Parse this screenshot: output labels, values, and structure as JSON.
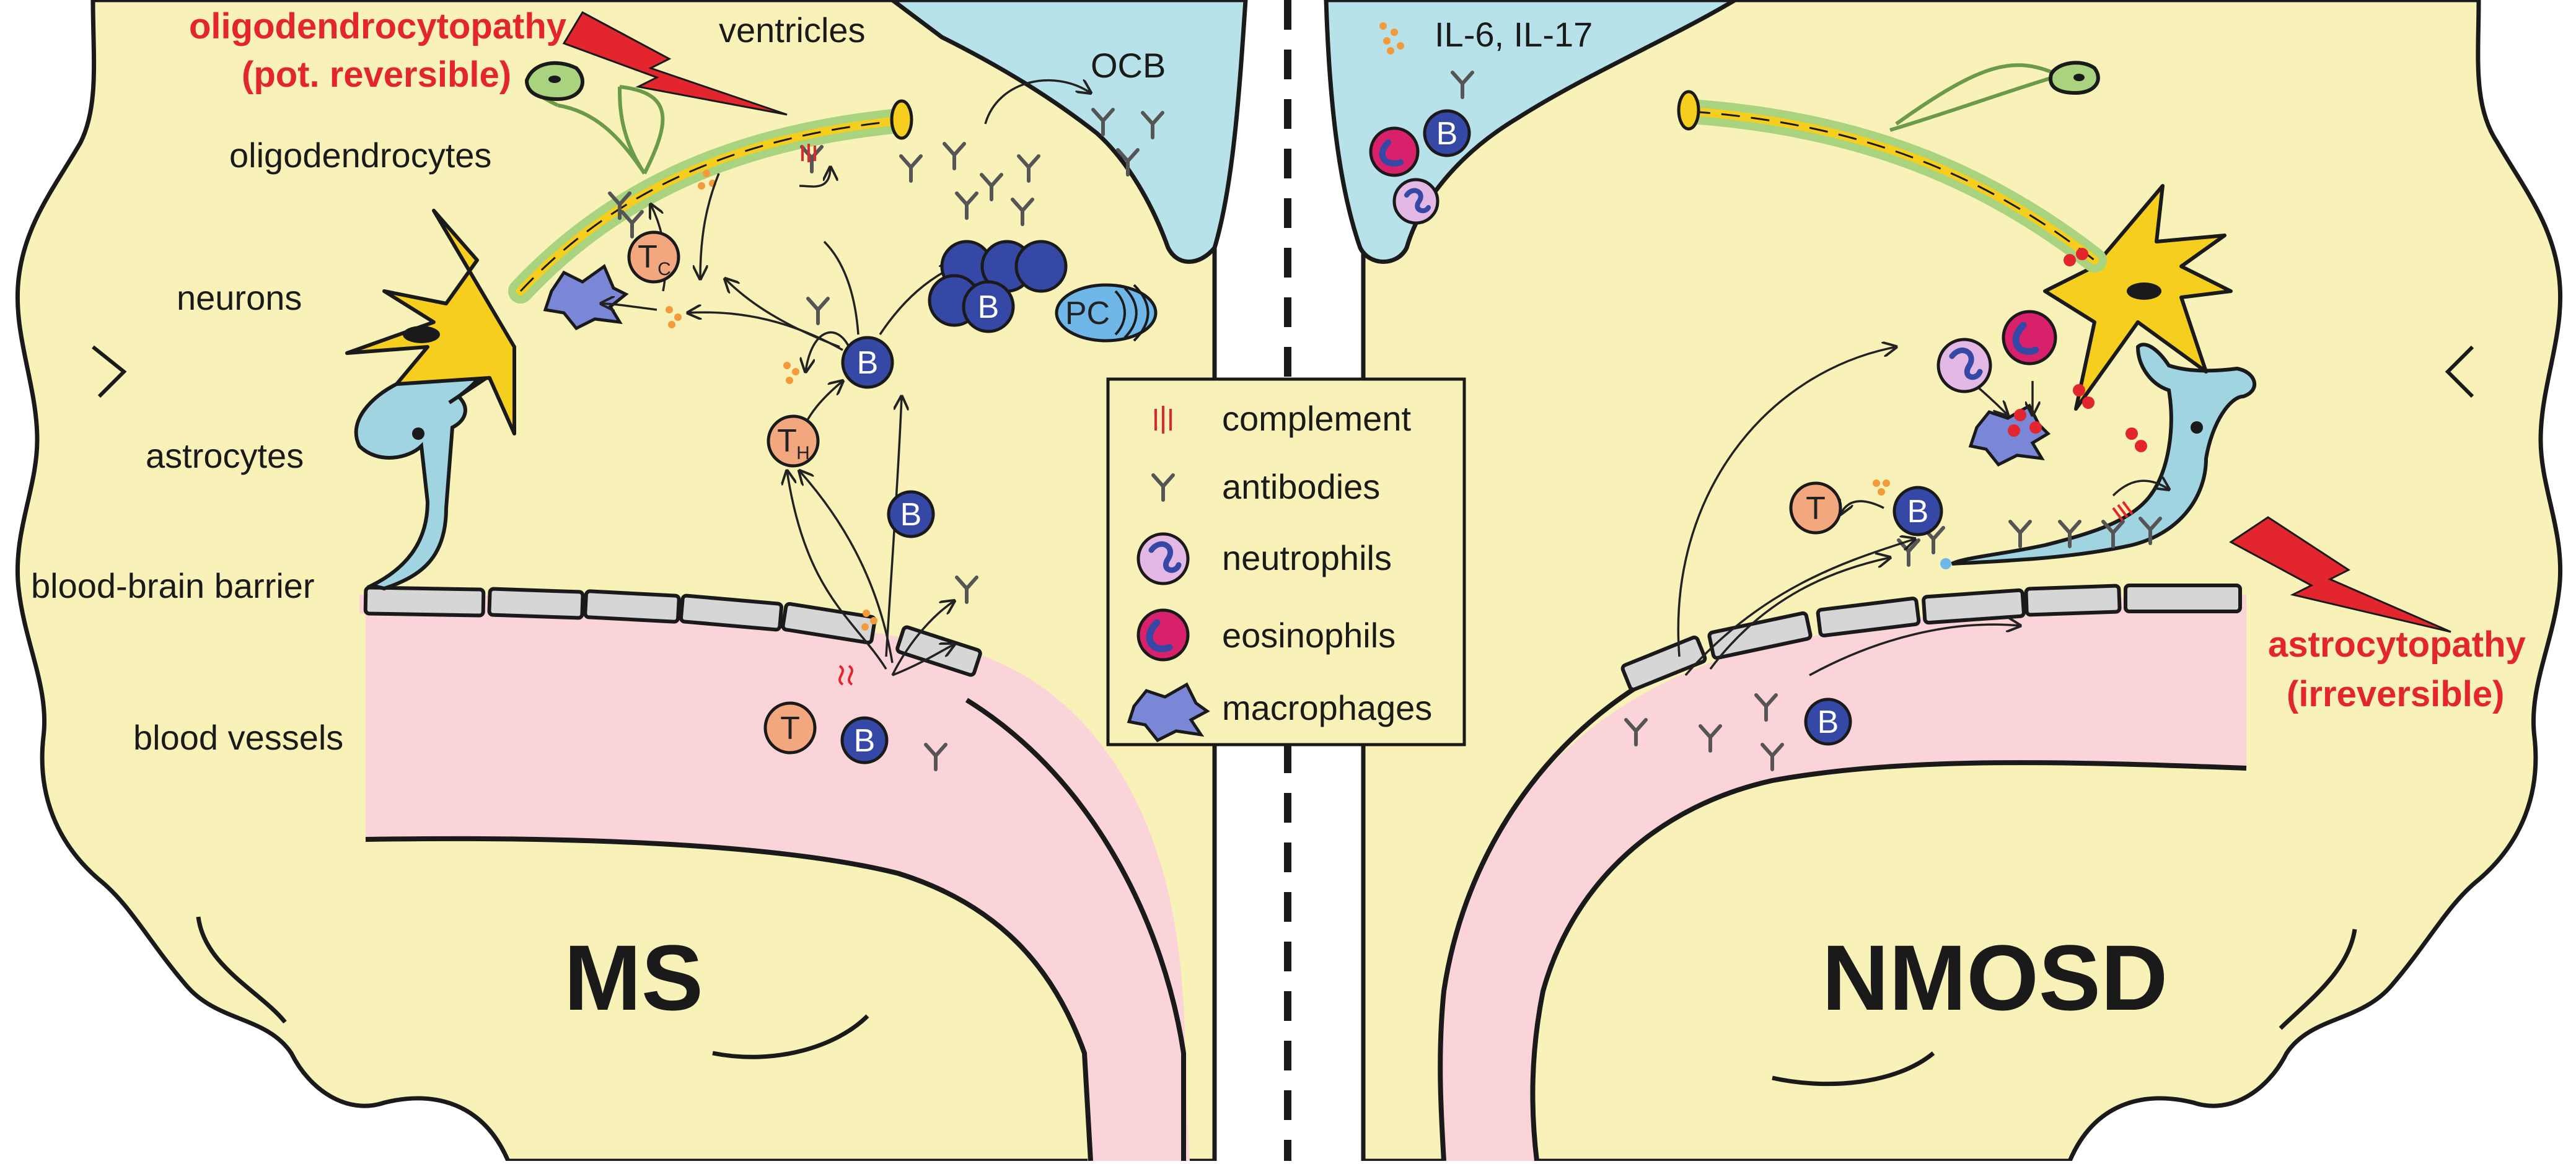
{
  "colors": {
    "brain": "#f8f2b8",
    "ventricle": "#b8e2ea",
    "vessel": "#fad4d8",
    "barrier": "#d6d6d6",
    "neuron": "#f6cf1e",
    "oligodendrocyte": "#a9d37f",
    "astrocyte": "#9fd4e0",
    "bcell": "#3548a6",
    "tcell": "#f3a77f",
    "neutrophil": "#e4b8e4",
    "eosinophil": "#d9206a",
    "macrophage": "#7a86d6",
    "highlight": "#e3262e"
  },
  "labels": {
    "oligodendrocytopathy": "oligodendrocytopathy",
    "pot_reversible": "(pot. reversible)",
    "ventricles": "ventricles",
    "oligodendrocytes": "oligodendrocytes",
    "neurons": "neurons",
    "astrocytes": "astrocytes",
    "bbb": "blood-brain barrier",
    "blood_vessels": "blood vessels",
    "ocb": "OCB",
    "cytokines": "IL-6, IL-17",
    "astrocytopathy": "astrocytopathy",
    "irreversible": "(irreversible)",
    "ms": "MS",
    "nmosd": "NMOSD"
  },
  "cells": {
    "b": "B",
    "t": "T",
    "tc": "T",
    "tc_sub": "C",
    "th": "T",
    "th_sub": "H",
    "pc": "PC"
  },
  "legend": [
    {
      "icon": "complement-icon",
      "label": "complement"
    },
    {
      "icon": "antibody-icon",
      "label": "antibodies"
    },
    {
      "icon": "neutrophil-icon",
      "label": "neutrophils"
    },
    {
      "icon": "eosinophil-icon",
      "label": "eosinophils"
    },
    {
      "icon": "macrophage-icon",
      "label": "macrophages"
    }
  ]
}
